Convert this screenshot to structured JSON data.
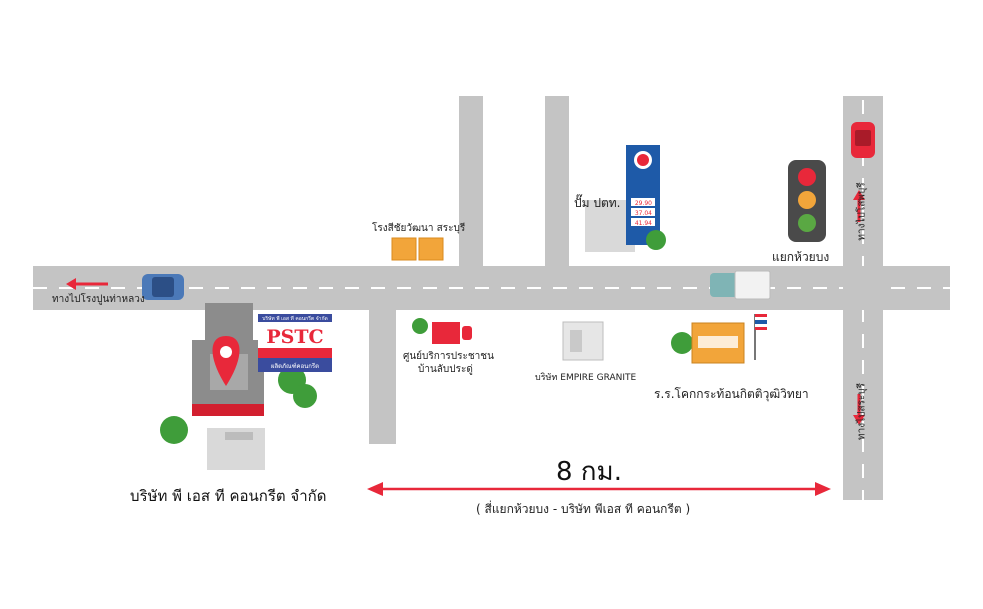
{
  "map": {
    "labels": {
      "to_cement_plant": "ทางไปโรงปูนท่าหลวง",
      "to_phu": "ทางไปโสพบุรี",
      "to_saraburi": "ทางไปสระบุรี",
      "school_sachawat": "โรงสีชัยวัฒนา สระบุรี",
      "ptt_station": "ปั๊ม ปตท.",
      "intersection": "แยกห้วยบง",
      "service_center": "ศูนย์บริการประชาชน",
      "service_center_2": "บ้านลับประดู่",
      "empire_granite": "บริษัท EMPIRE GRANITE",
      "school_khok": "ร.ร.โคกกระท้อนกิตติวุฒิวิทยา",
      "company_name": "บริษัท พี เอส ที คอนกรีต จำกัด",
      "distance": "8 กม.",
      "distance_desc": "( สี่แยกห้วยบง - บริษัท พีเอส ที คอนกรีต )"
    },
    "signs": {
      "pstc_header": "บริษัท พี เอส ที คอนกรีต จำกัด",
      "pstc": "PSTC",
      "pstc_footer": "ผลิตภัณฑ์คอนกรีต",
      "ptt_prices": [
        "29.90",
        "37.04",
        "41.94"
      ]
    },
    "colors": {
      "road": "#c4c4c4",
      "road_edge": "#9e9e9e",
      "marking": "#ffffff",
      "accent_red": "#e8283a",
      "orange": "#f2a53a",
      "green": "#3f9d3a",
      "ptt_blue": "#1e5aa8"
    }
  }
}
